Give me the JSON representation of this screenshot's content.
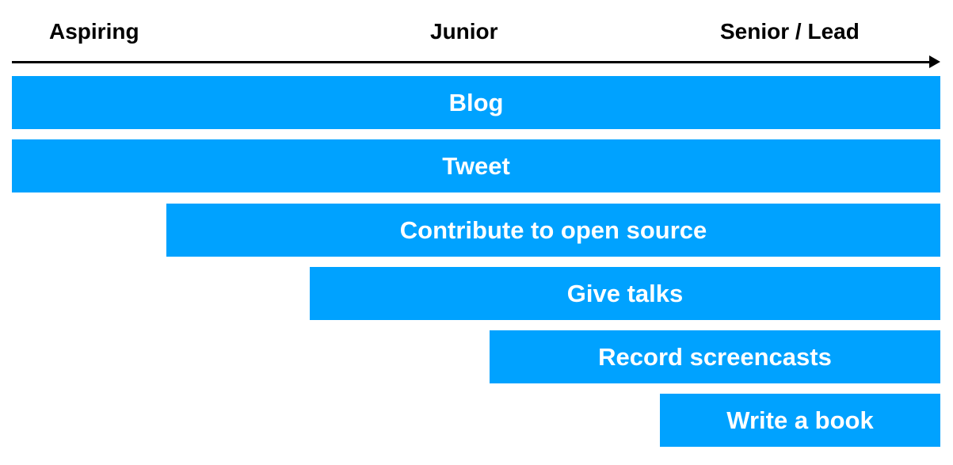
{
  "stages": [
    {
      "label": "Aspiring"
    },
    {
      "label": "Junior"
    },
    {
      "label": "Senior / Lead"
    }
  ],
  "activities": [
    {
      "label": "Blog"
    },
    {
      "label": "Tweet"
    },
    {
      "label": "Contribute to open source"
    },
    {
      "label": "Give talks"
    },
    {
      "label": "Record screencasts"
    },
    {
      "label": "Write a book"
    }
  ],
  "colors": {
    "bar": "#00a2ff",
    "bar_text": "#ffffff",
    "axis": "#000000",
    "stage_text": "#000000"
  }
}
